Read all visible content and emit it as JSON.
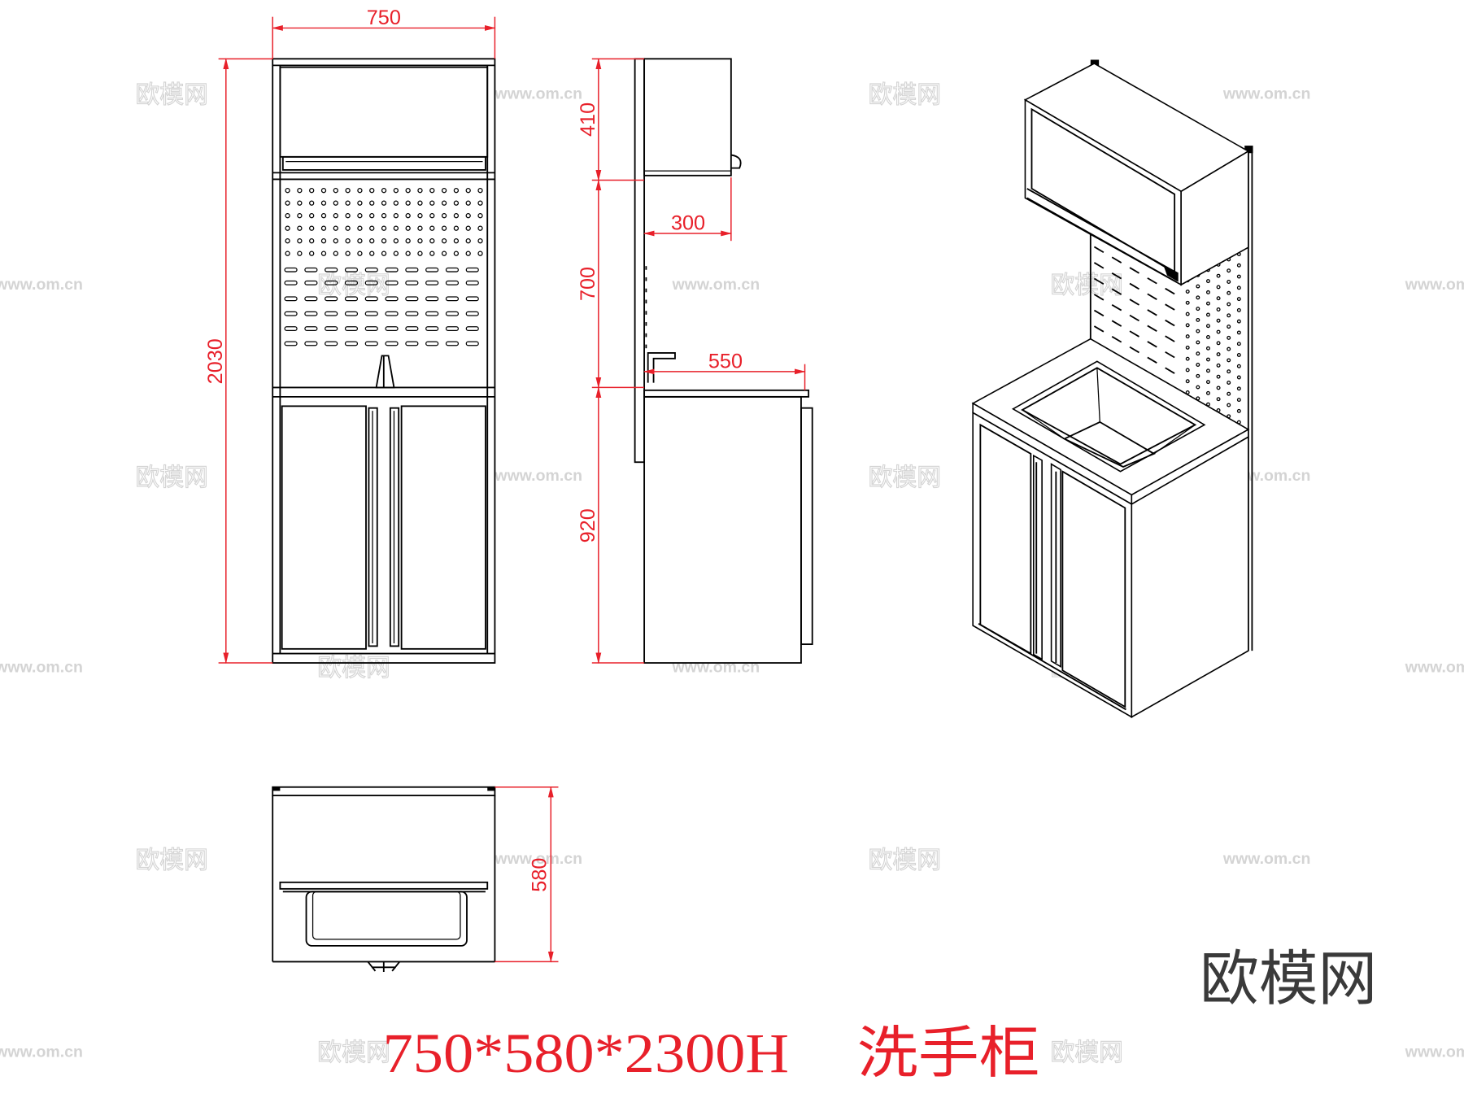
{
  "drawing": {
    "title_size": "750*580*2300H",
    "title_name": "洗手柜",
    "logo": "欧模网"
  },
  "dimensions": {
    "front_width": "750",
    "front_height": "2030",
    "side_upper_height": "410",
    "side_middle_height": "700",
    "side_lower_height": "920",
    "side_upper_depth": "300",
    "side_counter_depth": "550",
    "plan_depth": "580"
  },
  "watermark": {
    "logo": "欧模网",
    "url": "www.om.cn"
  },
  "colors": {
    "dimension": "#e8202a",
    "line": "#000000",
    "watermark": "#d4d4d4",
    "logo": "#3a3a3a"
  }
}
